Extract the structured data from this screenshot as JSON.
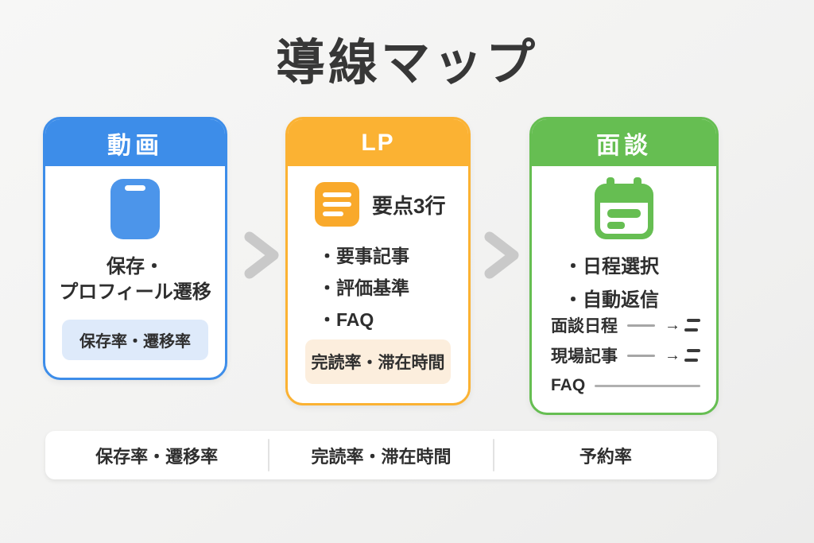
{
  "title": "導線マップ",
  "cards": {
    "video": {
      "header": "動画",
      "icon": "smartphone-icon",
      "line1": "保存・",
      "line2": "プロフィール遷移",
      "pill": "保存率・遷移率"
    },
    "lp": {
      "header": "LP",
      "icon": "document-icon",
      "icon_caption": "要点3行",
      "bullets": [
        "・要事記事",
        "・評価基準",
        "・FAQ"
      ],
      "pill": "完読率・滞在時間"
    },
    "interview": {
      "header": "面談",
      "icon": "calendar-icon",
      "bullets": [
        "・日程選択",
        "・自動返信"
      ],
      "rows": [
        {
          "label": "面談日程",
          "arrow": "→"
        },
        {
          "label": "現場記事",
          "arrow": "→"
        },
        {
          "label": "FAQ",
          "arrow": ""
        }
      ]
    }
  },
  "footer": {
    "metrics": [
      "保存率・遷移率",
      "完読率・滞在時間",
      "予約率"
    ]
  },
  "colors": {
    "video_accent": "#3D8DE9",
    "lp_accent": "#FBB233",
    "interview_accent": "#66BE52",
    "video_pill_bg": "#DEEAFA",
    "lp_pill_bg": "#FCEEDD",
    "chevron": "#C9C9C9",
    "text": "#2E2E2E"
  }
}
